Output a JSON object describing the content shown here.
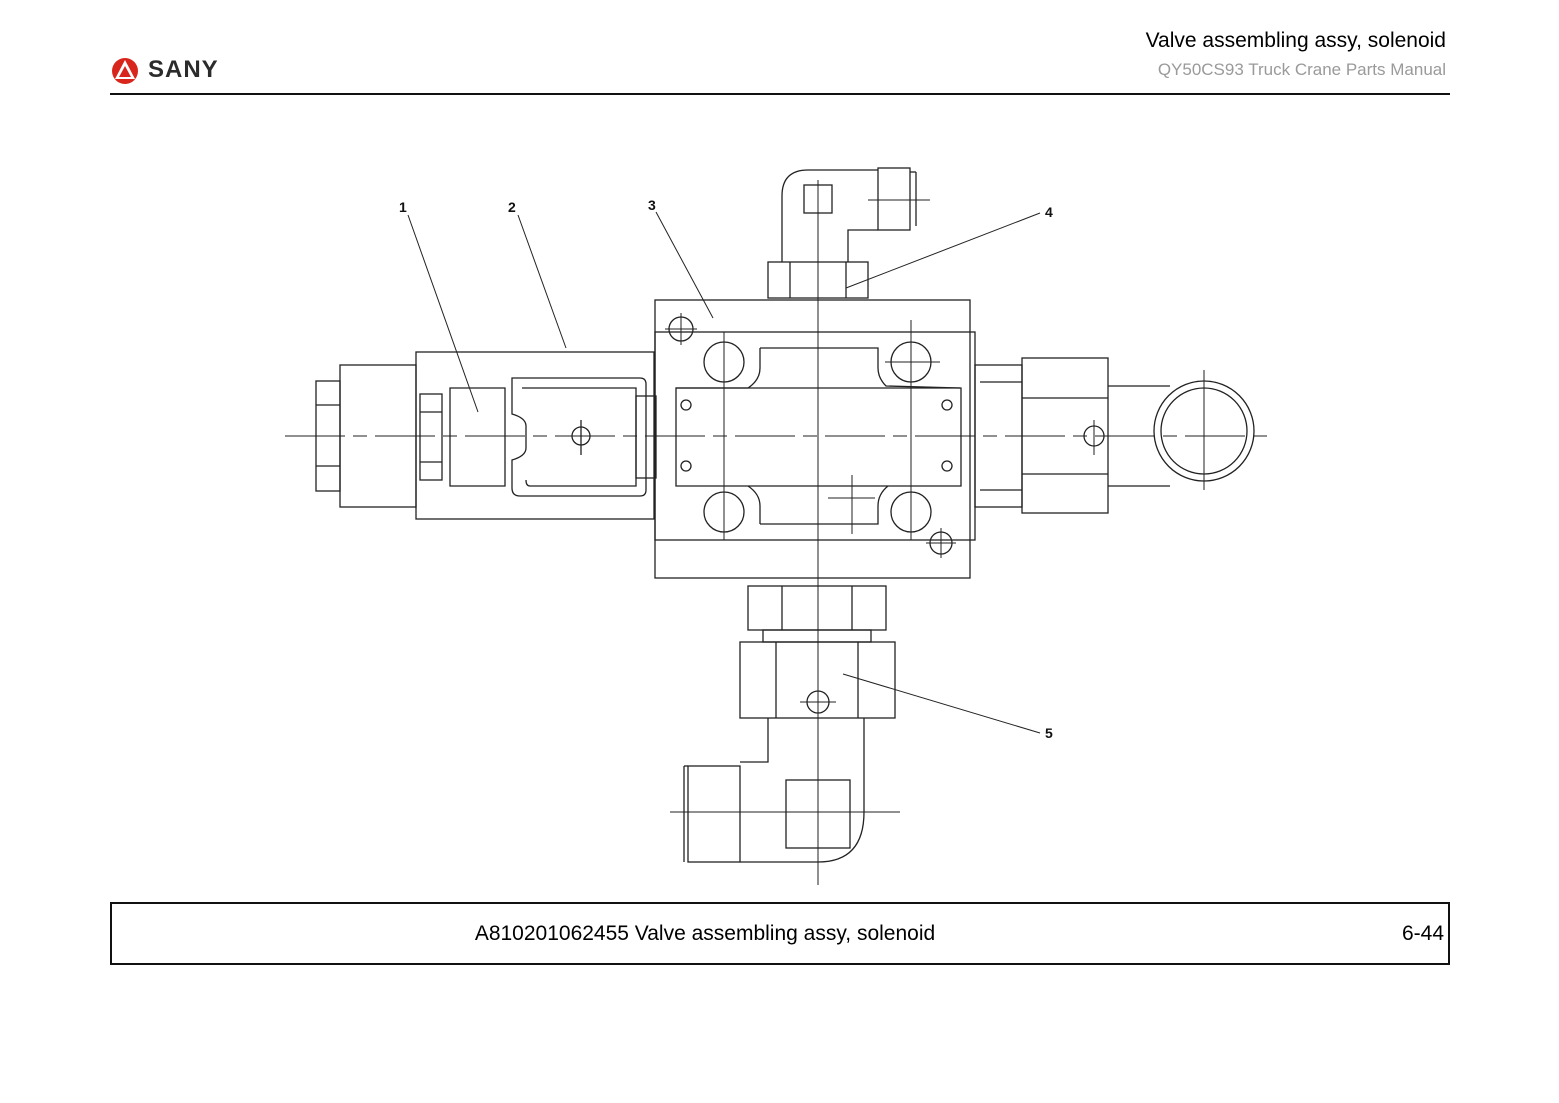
{
  "header": {
    "brand": "SANY",
    "title": "Valve assembling assy, solenoid",
    "subtitle": "QY50CS93 Truck Crane  Parts Manual"
  },
  "diagram": {
    "callouts": [
      "1",
      "2",
      "3",
      "4",
      "5"
    ]
  },
  "footer": {
    "caption": "A810201062455 Valve assembling assy, solenoid",
    "page_number": "6-44"
  },
  "colors": {
    "logo_red": "#d9261c",
    "line": "#222222"
  }
}
